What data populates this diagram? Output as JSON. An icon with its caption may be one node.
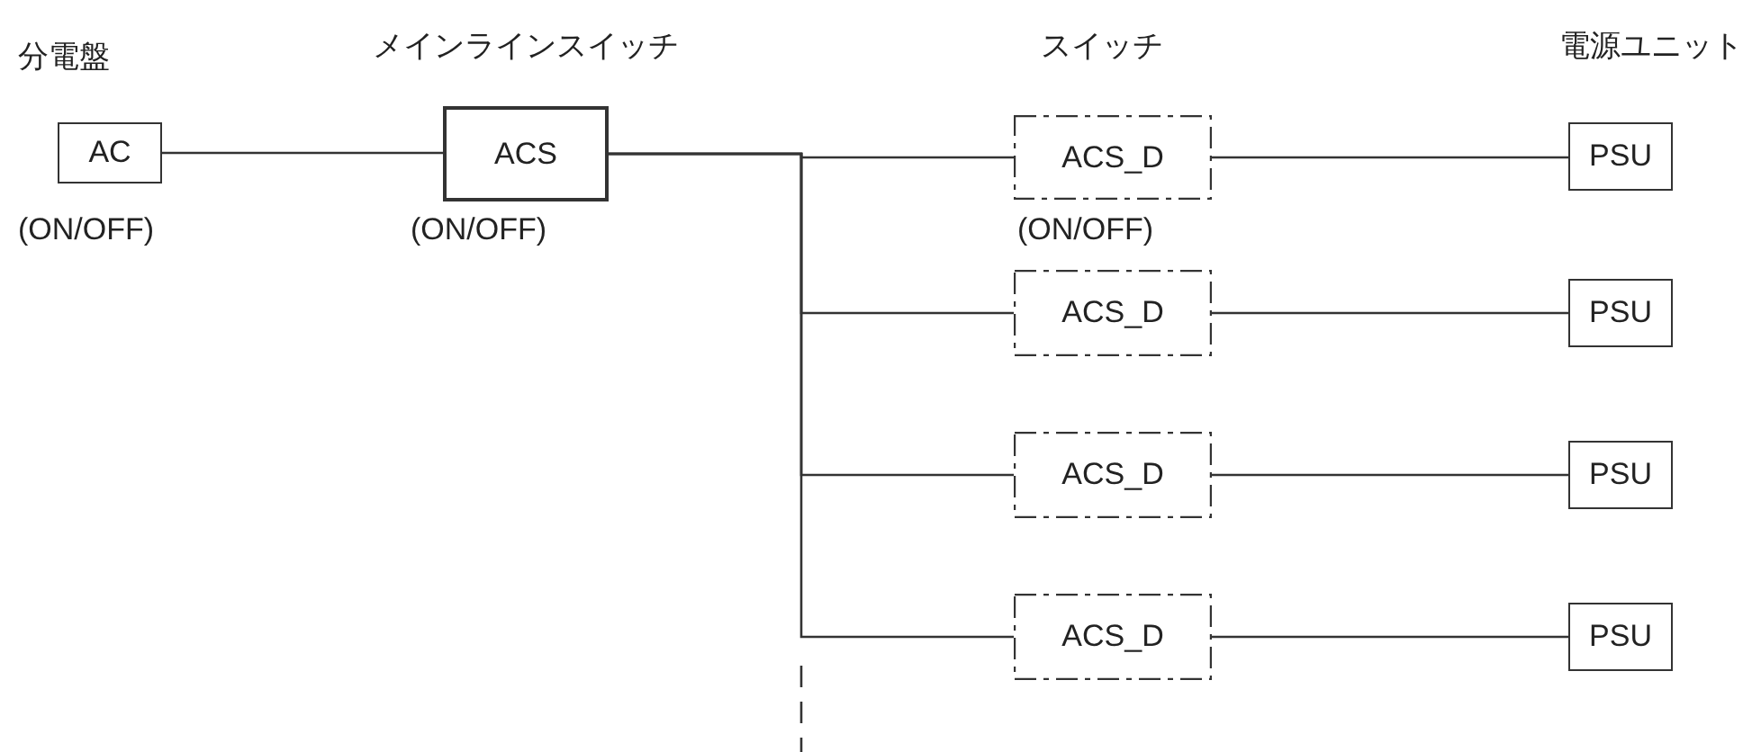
{
  "diagram": {
    "nodes": [
      {
        "text": [
          "AC"
        ],
        "beside": [
          "(ON/OFF)"
        ]
      },
      {
        "text": [
          "ACS"
        ],
        "beside": [
          "(ON/OFF)"
        ]
      },
      {
        "text": [
          "ACS_D"
        ],
        "beside": [
          "(ON/OFF)"
        ]
      },
      {
        "text": [
          "ACS_D"
        ]
      },
      {
        "text": [
          "ACS_D"
        ]
      },
      {
        "text": [
          "ACS_D"
        ]
      },
      {
        "text": [
          "PSU"
        ]
      },
      {
        "text": [
          "PSU"
        ]
      },
      {
        "text": [
          "PSU"
        ]
      },
      {
        "text": [
          "PSU"
        ]
      }
    ],
    "edges": [
      {
        "from": 0,
        "to": 1,
        "arrow": "none"
      },
      {
        "from": 1,
        "to": 2,
        "arrow": "none"
      },
      {
        "from": 1,
        "to": 3,
        "arrow": "none"
      },
      {
        "from": 1,
        "to": 4,
        "arrow": "none"
      },
      {
        "from": 1,
        "to": 5,
        "arrow": "none"
      },
      {
        "from": 2,
        "to": 6,
        "arrow": "none"
      },
      {
        "from": 3,
        "to": 7,
        "arrow": "none"
      },
      {
        "from": 4,
        "to": 8,
        "arrow": "none"
      },
      {
        "from": 5,
        "to": 9,
        "arrow": "none"
      }
    ],
    "labels": [
      "分電盤",
      "メインラインスイッチ",
      "スイッチ",
      "電源ユニット"
    ]
  }
}
